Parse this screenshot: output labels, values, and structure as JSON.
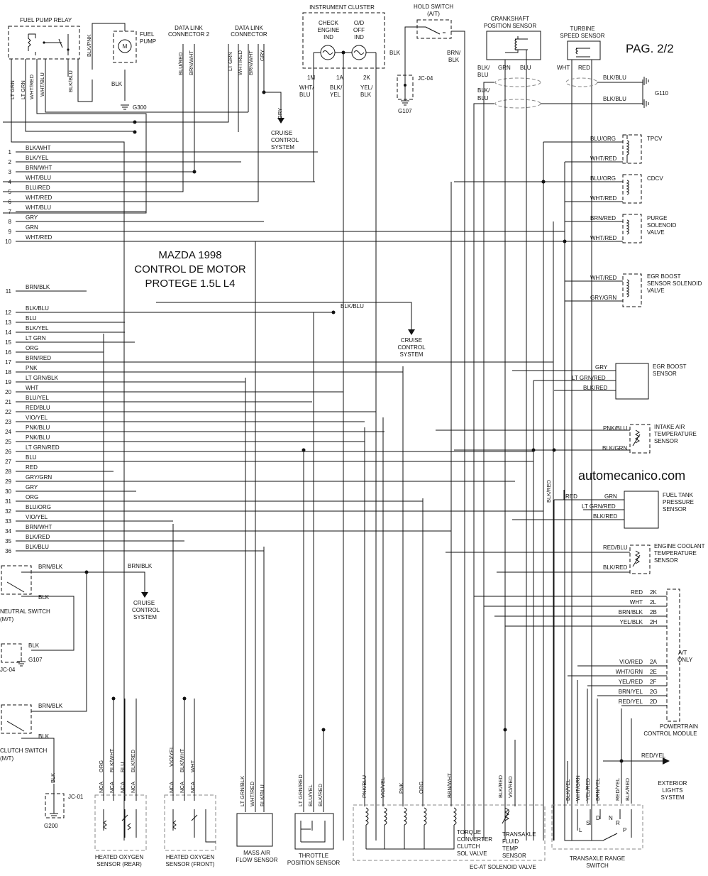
{
  "page_label": "PAG. 2/2",
  "title_lines": [
    "MAZDA 1998",
    "CONTROL DE MOTOR",
    "PROTEGE 1.5L L4"
  ],
  "watermark": "automecanico.com",
  "pcm_pins": [
    {
      "n": "1",
      "wire": "BLK/WHT"
    },
    {
      "n": "2",
      "wire": "BLK/YEL"
    },
    {
      "n": "3",
      "wire": "BRN/WHT"
    },
    {
      "n": "4",
      "wire": "WHT/BLU"
    },
    {
      "n": "5",
      "wire": "BLU/RED"
    },
    {
      "n": "6",
      "wire": "WHT/RED"
    },
    {
      "n": "7",
      "wire": "WHT/BLU"
    },
    {
      "n": "8",
      "wire": "GRY"
    },
    {
      "n": "9",
      "wire": "GRN"
    },
    {
      "n": "10",
      "wire": "WHT/RED"
    },
    {
      "n": "11",
      "wire": "BRN/BLK"
    },
    {
      "n": "12",
      "wire": "BLK/BLU"
    },
    {
      "n": "13",
      "wire": "BLU"
    },
    {
      "n": "14",
      "wire": "BLK/YEL"
    },
    {
      "n": "15",
      "wire": "LT GRN"
    },
    {
      "n": "16",
      "wire": "ORG"
    },
    {
      "n": "17",
      "wire": "BRN/RED"
    },
    {
      "n": "18",
      "wire": "PNK"
    },
    {
      "n": "19",
      "wire": "LT GRN/BLK"
    },
    {
      "n": "20",
      "wire": "WHT"
    },
    {
      "n": "21",
      "wire": "BLU/YEL"
    },
    {
      "n": "22",
      "wire": "RED/BLU"
    },
    {
      "n": "23",
      "wire": "VIO/YEL"
    },
    {
      "n": "24",
      "wire": "PNK/BLU"
    },
    {
      "n": "25",
      "wire": "PNK/BLU"
    },
    {
      "n": "26",
      "wire": "LT GRN/RED"
    },
    {
      "n": "27",
      "wire": "BLU"
    },
    {
      "n": "28",
      "wire": "RED"
    },
    {
      "n": "29",
      "wire": "GRY/GRN"
    },
    {
      "n": "30",
      "wire": "GRY"
    },
    {
      "n": "31",
      "wire": "ORG"
    },
    {
      "n": "32",
      "wire": "BLU/ORG"
    },
    {
      "n": "33",
      "wire": "VIO/YEL"
    },
    {
      "n": "34",
      "wire": "BRN/WHT"
    },
    {
      "n": "35",
      "wire": "BLK/RED"
    },
    {
      "n": "36",
      "wire": "BLK/BLU"
    }
  ],
  "top": {
    "fuel_pump_relay": "FUEL PUMP RELAY",
    "fuel_pump": [
      "FUEL",
      "PUMP"
    ],
    "motor_symbol": "M",
    "relay_wires": [
      "LT GRN",
      "LT GRN",
      "WHT/RED",
      "WHT/BLU",
      "BLK/BLU",
      "BLK/PNK"
    ],
    "g300": "G300",
    "blk": "BLK",
    "dlc2": [
      "DATA LINK",
      "CONNECTOR 2"
    ],
    "dlc2_wires": [
      "BLU/RED",
      "BRN/WHT"
    ],
    "dlc": [
      "DATA LINK",
      "CONNECTOR"
    ],
    "dlc_wires": [
      "LT GRN",
      "WHT/RED",
      "BRN/WHT",
      "GRY"
    ],
    "gry": "GRY",
    "cruise": [
      "CRUISE",
      "CONTROL",
      "SYSTEM"
    ],
    "cluster": "INSTRUMENT CLUSTER",
    "check_engine": [
      "CHECK",
      "ENGINE",
      "IND"
    ],
    "od_off": [
      "O/D",
      "OFF",
      "IND"
    ],
    "cluster_pins": [
      "1M",
      "1A",
      "2K"
    ],
    "cluster_wires": [
      [
        "WHT/",
        "BLU"
      ],
      [
        "BLK/",
        "YEL"
      ],
      [
        "YEL/",
        "BLK"
      ]
    ],
    "hold_switch": [
      "HOLD SWITCH",
      "(A/T)"
    ],
    "hold_wires": [
      "BLK",
      [
        "BRN/",
        "BLK"
      ]
    ],
    "jc04": "JC-04",
    "g107": "G107",
    "ckp": [
      "CRANKSHAFT",
      "POSITION SENSOR"
    ],
    "ckp_wires": [
      "GRN",
      "BLU"
    ],
    "blk_blu_split": [
      "BLK/",
      "BLU"
    ],
    "tss": [
      "TURBINE",
      "SPEED SENSOR"
    ],
    "tss_wires": [
      "WHT",
      "RED"
    ],
    "g110_wire": "BLK/BLU",
    "g110": "G110"
  },
  "right": {
    "tpcv": "TPCV",
    "tpcv_wires": [
      "BLU/ORG",
      "WHT/RED"
    ],
    "cdcv": "CDCV",
    "cdcv_wires": [
      "BLU/ORG",
      "WHT/RED"
    ],
    "purge": [
      "PURGE",
      "SOLENOID",
      "VALVE"
    ],
    "purge_wires": [
      "BRN/RED",
      "WHT/RED"
    ],
    "egr_boost_sol": [
      "EGR BOOST",
      "SENSOR SOLENOID",
      "VALVE"
    ],
    "egr_boost_sol_wires": [
      "WHT/RED",
      "GRY/GRN"
    ],
    "egr_boost": [
      "EGR BOOST",
      "SENSOR"
    ],
    "egr_boost_wires": [
      "GRY",
      "LT GRN/RED",
      "BLK/RED"
    ],
    "iat": [
      "INTAKE AIR",
      "TEMPERATURE",
      "SENSOR"
    ],
    "iat_wires": [
      "PNK/BLU",
      "BLK/GRN"
    ],
    "ftp": [
      "FUEL TANK",
      "PRESSURE",
      "SENSOR"
    ],
    "ftp_wires": [
      "RED",
      "GRN",
      "LT GRN/RED",
      "BLK/RED"
    ],
    "blk_red_vert": "BLK/RED",
    "ect": [
      "ENGINE COOLANT",
      "TEMPERATURE",
      "SENSOR"
    ],
    "ect_wires": [
      "RED/BLU",
      "BLK/RED"
    ],
    "at_pins": [
      {
        "wire": "RED",
        "pin": "2K"
      },
      {
        "wire": "WHT",
        "pin": "2L"
      },
      {
        "wire": "BRN/BLK",
        "pin": "2B"
      },
      {
        "wire": "YEL/BLK",
        "pin": "2H"
      },
      {
        "wire": "VIO/RED",
        "pin": "2A"
      },
      {
        "wire": "WHT/GRN",
        "pin": "2E"
      },
      {
        "wire": "YEL/RED",
        "pin": "2F"
      },
      {
        "wire": "BRN/YEL",
        "pin": "2G"
      },
      {
        "wire": "RED/YEL",
        "pin": "2D"
      }
    ],
    "at_only": [
      "A/T",
      "ONLY"
    ],
    "pcm": [
      "POWERTRAIN",
      "CONTROL MODULE"
    ],
    "red_yel": "RED/YEL",
    "ext_lights": [
      "EXTERIOR",
      "LIGHTS",
      "SYSTEM"
    ]
  },
  "bottom": {
    "brn_blk": "BRN/BLK",
    "blk": "BLK",
    "neutral_switch": [
      "NEUTRAL SWITCH",
      "(M/T)"
    ],
    "jc04": "JC-04",
    "g107": "G107",
    "clutch_switch": [
      "CLUTCH SWITCH",
      "(M/T)"
    ],
    "jc01": "JC-01",
    "g200": "G200",
    "cruise": [
      "CRUISE",
      "CONTROL",
      "SYSTEM"
    ],
    "ho2s_rear_wires": [
      "ORG",
      "BLK/WHT",
      "BLU",
      "BLK/RED"
    ],
    "ho2s_front_wires": [
      "VIO/YEL",
      "BLK/WHT",
      "WHT"
    ],
    "nca": "NCA",
    "ho2s_rear": [
      "HEATED OXYGEN",
      "SENSOR (REAR)"
    ],
    "ho2s_front": [
      "HEATED OXYGEN",
      "SENSOR (FRONT)"
    ],
    "maf_wires": [
      "LT GRN/BLK",
      "WHT/RED",
      "BLK/BLU"
    ],
    "maf": [
      "MASS AIR",
      "FLOW SENSOR"
    ],
    "tps_wires": [
      "LT GRN/RED",
      "BLU/YEL",
      "BLK/RED"
    ],
    "tps": [
      "THROTTLE",
      "POSITION SENSOR"
    ],
    "ecat_wires": [
      "PNK/BLU",
      "VIO/YEL",
      "PNK",
      "ORG",
      "BRN/WHT"
    ],
    "tcc": [
      "TORQUE",
      "CONVERTER",
      "CLUTCH",
      "SOL VALVE"
    ],
    "tft_wires": [
      "BLK/RED",
      "VIO/RED"
    ],
    "tft": [
      "TRANSAXLE",
      "FLUID",
      "TEMP",
      "SENSOR"
    ],
    "ecat": "EC-AT SOLENOID VALVE",
    "trs_wires": [
      "BLK/YEL",
      "WHT/GRN",
      "YEL/RED",
      "BRN/YEL",
      "RED/YEL",
      "BLK/RED"
    ],
    "trs_letters": [
      "S",
      "D",
      "N",
      "R",
      "L",
      "P"
    ],
    "trs": [
      "TRANSAXLE RANGE",
      "SWITCH"
    ]
  }
}
